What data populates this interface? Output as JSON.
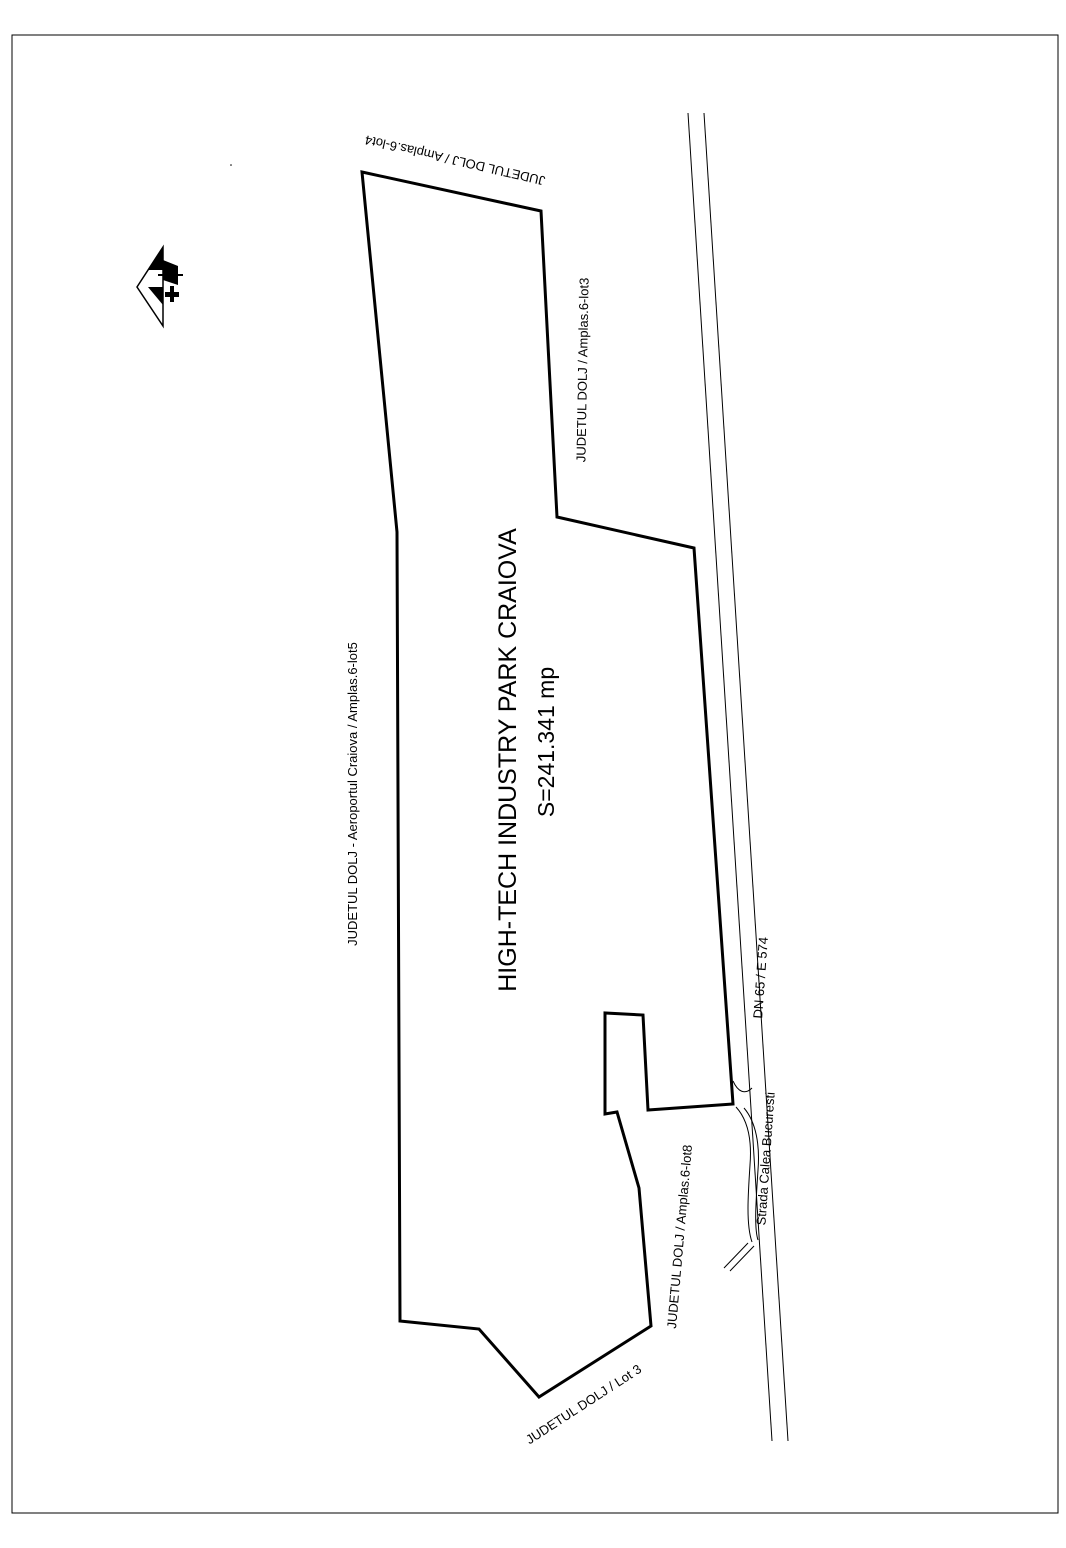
{
  "parcel": {
    "title": "HIGH-TECH INDUSTRY PARK CRAIOVA",
    "area": "S=241.341 mp"
  },
  "neighbors": {
    "north": "JUDETUL DOLJ / Amplas.6-lot4",
    "east_upper": "JUDETUL DOLJ / Amplas.6-lot3",
    "west": "JUDETUL DOLJ - Aeroportul Craiova / Amplas.6-lot5",
    "east_lower": "JUDETUL DOLJ / Amplas.6-lot8",
    "south": "JUDETUL DOLJ / Lot 3"
  },
  "roads": {
    "main": "DN 65 / E 574",
    "secondary": "Strada Calea Bucuresti"
  },
  "colors": {
    "line": "#000000",
    "background": "#ffffff"
  },
  "icons": [
    "north-arrow-icon"
  ]
}
